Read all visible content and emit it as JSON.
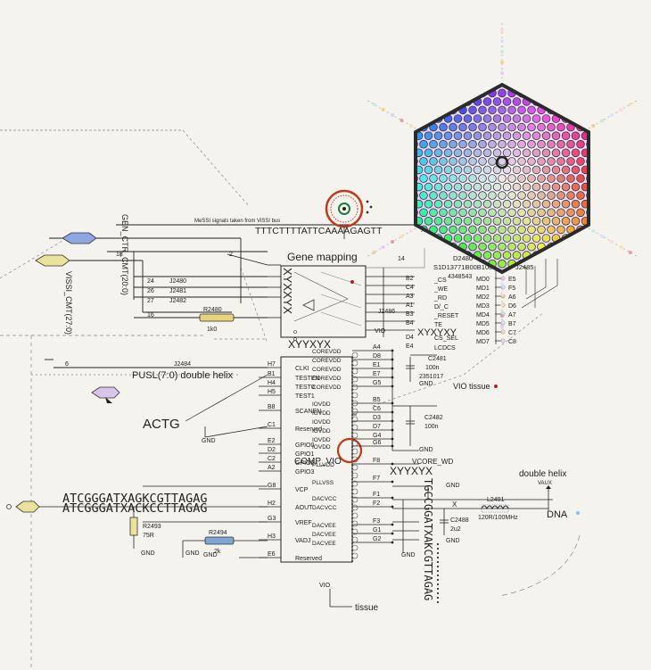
{
  "labels": {
    "note": "MeSSI signals taken from ViSSI bus",
    "seq_top": "TTTCTTTTATTCAAAAGAGTT",
    "gene_mapping": "Gene mapping",
    "gen_ctr": "GEN_CTR_CMT(20:0)",
    "vissi": "VISSI_CMT(27:0)",
    "pusl": "PUSL(7:0) double helix",
    "actg": "ACTG",
    "seq_bottom_1": "ATCGGGATXAGKCGTTAGAG",
    "seq_bottom_2": "ATCGGGATXACKCCTTAGAG",
    "seq_vertical": "TGCCGGATXAKCGTTAGAG",
    "xyyx_vertical": "XYXXYX",
    "xyyx_1": "XYYXYX",
    "xyyx_2": "XYYXYX",
    "xyyx_3": "XYXYXY",
    "comp_vio": "COMP_VIO",
    "vcore_wd": "VCORE_WD",
    "vio": "VIO",
    "vio_tissue": "VIO tissue",
    "tissue": "tissue",
    "double_helix": "double helix",
    "vaux": "VAUX",
    "dna": "DNA",
    "gnd": "GND",
    "pin_6": "6",
    "pin_14": "14",
    "pin_2": "2",
    "pin_18": "18",
    "pin_16": "16",
    "pin_x": "X",
    "d2480": "D2480",
    "s1d": "S1D13771B00B100",
    "num_4348543": "4348543",
    "j2485": "J2485",
    "j2486": "J2486"
  },
  "connectors": [
    {
      "num": "24",
      "name": "J2480"
    },
    {
      "num": "26",
      "name": "J2481"
    },
    {
      "num": "27",
      "name": "J2482"
    }
  ],
  "j2484": "J2484",
  "components": {
    "r2480": {
      "name": "R2480",
      "value": "1k0"
    },
    "r2493": {
      "name": "R2493",
      "value": "75R"
    },
    "r2494": {
      "name": "R2494",
      "value": "2k"
    },
    "c2481": {
      "name": "C2481",
      "value": "100n",
      "extra": "2351017"
    },
    "c2482": {
      "name": "C2482",
      "value": "100n"
    },
    "c2488": {
      "name": "C2488",
      "value": "2u2"
    },
    "l2491": {
      "name": "L2491",
      "value": "120R/100MHz"
    }
  },
  "ic_left_pins": [
    {
      "ball": "H7",
      "name": "CLKI"
    },
    {
      "ball": "B1",
      "name": "TESTEN"
    },
    {
      "ball": "H4",
      "name": "TEST0"
    },
    {
      "ball": "H5",
      "name": "TEST1"
    },
    {
      "ball": "B8",
      "name": "SCANEN"
    },
    {
      "ball": "C1",
      "name": "Reserved"
    },
    {
      "ball": "E2",
      "name": "GPIO0"
    },
    {
      "ball": "D2",
      "name": "GPIO1"
    },
    {
      "ball": "C2",
      "name": "GPIO2"
    },
    {
      "ball": "A2",
      "name": "GPIO3"
    },
    {
      "ball": "G8",
      "name": "VCP"
    },
    {
      "ball": "H2",
      "name": "AOUT"
    },
    {
      "ball": "G3",
      "name": "VREF"
    },
    {
      "ball": "H3",
      "name": "VADJ"
    },
    {
      "ball": "E6",
      "name": "Reserved"
    }
  ],
  "ic_right_pins": [
    {
      "ball": "A4",
      "name": "COREVDD"
    },
    {
      "ball": "D8",
      "name": "COREVDD"
    },
    {
      "ball": "E1",
      "name": "COREVDD"
    },
    {
      "ball": "E7",
      "name": "COREVDD"
    },
    {
      "ball": "G5",
      "name": "COREVDD"
    },
    {
      "ball": "B5",
      "name": "IOVDD"
    },
    {
      "ball": "C6",
      "name": "IOVDD"
    },
    {
      "ball": "D3",
      "name": "IOVDD"
    },
    {
      "ball": "D7",
      "name": "IOVDD"
    },
    {
      "ball": "G4",
      "name": "IOVDD"
    },
    {
      "ball": "G6",
      "name": "IOVDD"
    },
    {
      "ball": "F8",
      "name": "PLLVDD"
    },
    {
      "ball": "F7",
      "name": "PLLVSS"
    },
    {
      "ball": "F1",
      "name": "DACVCC"
    },
    {
      "ball": "F2",
      "name": "DACVCC"
    },
    {
      "ball": "F3",
      "name": "DACVEE"
    },
    {
      "ball": "G1",
      "name": "DACVEE"
    },
    {
      "ball": "G2",
      "name": "DACVEE"
    }
  ],
  "bus_right_pins": [
    {
      "ball": "B2",
      "name": "_CS"
    },
    {
      "ball": "C4",
      "name": "_WE"
    },
    {
      "ball": "A3",
      "name": "_RD"
    },
    {
      "ball": "A1",
      "name": "D/_C"
    },
    {
      "ball": "B3",
      "name": "_RESET"
    },
    {
      "ball": "B4",
      "name": "TE"
    },
    {
      "ball": "D4",
      "name": "CS_SEL"
    },
    {
      "ball": "E4",
      "name": "LCDCS"
    }
  ],
  "md_pins": [
    {
      "name": "MD0",
      "ball": "E5"
    },
    {
      "name": "MD1",
      "ball": "F5"
    },
    {
      "name": "MD2",
      "ball": "A6"
    },
    {
      "name": "MD3",
      "ball": "D6"
    },
    {
      "name": "MD4",
      "ball": "A7"
    },
    {
      "name": "MD5",
      "ball": "B7"
    },
    {
      "name": "MD6",
      "ball": "C7"
    },
    {
      "name": "MD7",
      "ball": "C8"
    }
  ],
  "colors": {
    "ink": "#222222",
    "paper": "#f4f3ee",
    "resistor_yellow": "#e8d27a",
    "resistor_blue": "#7fa6d6",
    "ring_red": "#c0391b",
    "hex_border": "#2b2b2b"
  }
}
